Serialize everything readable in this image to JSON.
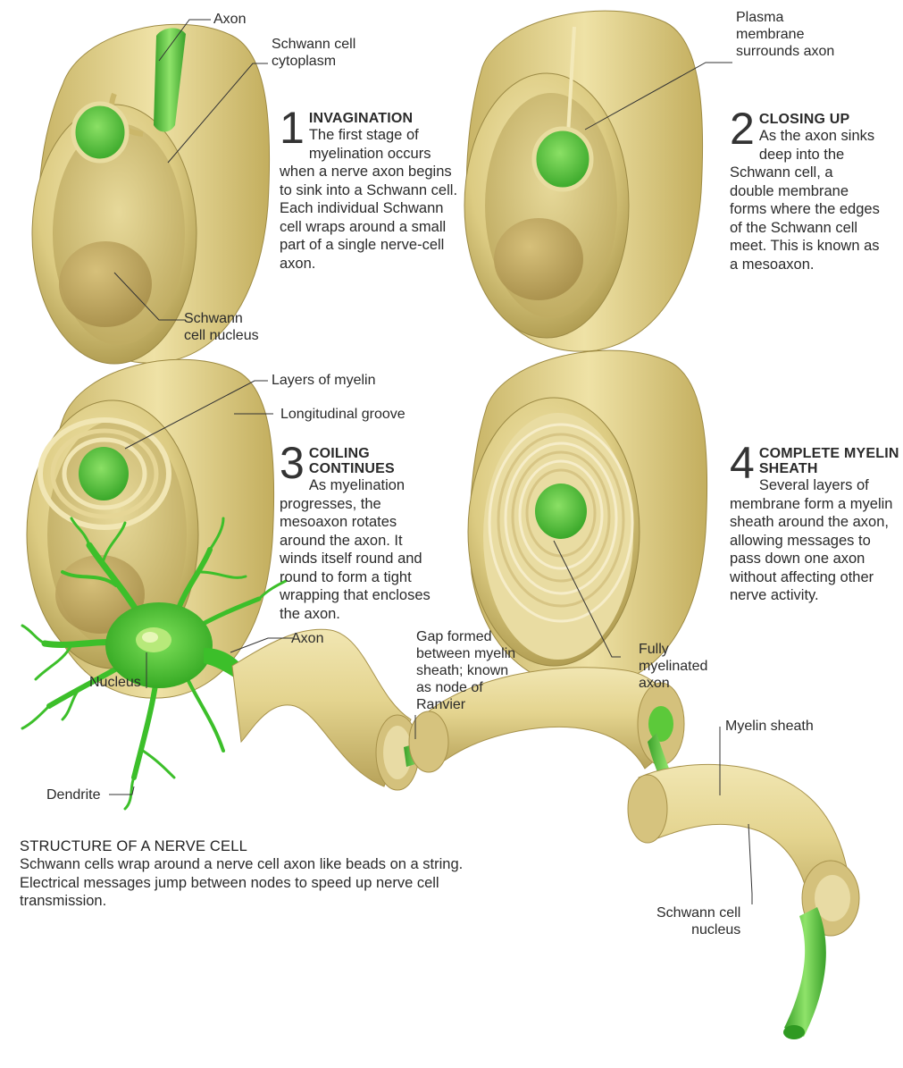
{
  "steps": [
    {
      "number": "1",
      "heading": "INVAGINATION",
      "body": "The first stage of myelination occurs when a nerve axon begins to sink into a Schwann cell. Each individual Schwann cell wraps around a small part of a single nerve-cell axon."
    },
    {
      "number": "2",
      "heading": "CLOSING UP",
      "body": "As the axon sinks deep into the Schwann cell, a double membrane forms where the edges of the Schwann cell meet. This is known as a mesoaxon."
    },
    {
      "number": "3",
      "heading": "COILING CONTINUES",
      "body": "As myelination progresses, the mesoaxon rotates around the axon. It winds itself round and round to form a tight wrapping that encloses the axon."
    },
    {
      "number": "4",
      "heading": "COMPLETE MYELIN SHEATH",
      "body": "Several layers of membrane form a myelin sheath around the axon, allowing messages to pass down one axon without affecting other nerve activity."
    }
  ],
  "labels": {
    "axon_1": "Axon",
    "schwann_cytoplasm": "Schwann cell\ncytoplasm",
    "schwann_nucleus_1": "Schwann\ncell nucleus",
    "plasma_membrane": "Plasma\nmembrane\nsurrounds axon",
    "layers_of_myelin": "Layers of myelin",
    "longitudinal_groove": "Longitudinal groove",
    "fully_myelinated": "Fully\nmyelinated\naxon",
    "nucleus": "Nucleus",
    "axon_2": "Axon",
    "gap_node": "Gap formed\nbetween myelin\nsheath; known\nas node of\nRanvier",
    "myelin_sheath": "Myelin sheath",
    "dendrite": "Dendrite",
    "schwann_nucleus_2": "Schwann cell\nnucleus"
  },
  "structure": {
    "heading": "STRUCTURE OF A NERVE CELL",
    "body": "Schwann cells wrap around a nerve cell axon like beads on a string. Electrical messages jump between nodes to speed up nerve cell transmission."
  },
  "colors": {
    "sheath": "#e2d28c",
    "sheath_dark": "#b8a456",
    "sheath_inner": "#cdb86a",
    "axon_green": "#5cc93a",
    "neuron_green": "#3cbf2a"
  }
}
